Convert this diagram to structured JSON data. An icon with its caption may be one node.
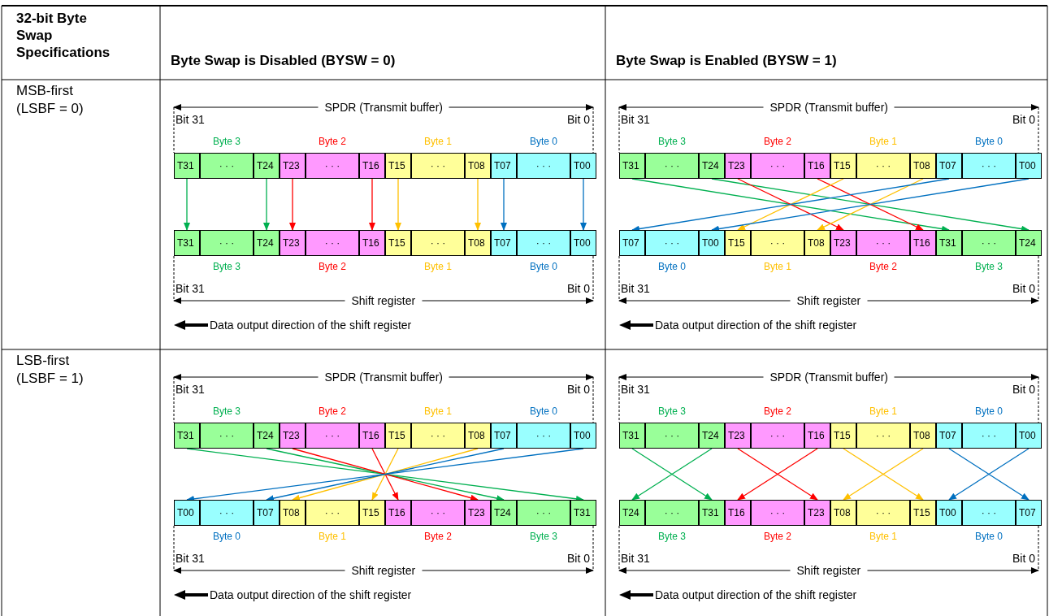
{
  "diagram": {
    "nodes": [
      {
        "text": [
          "T31"
        ]
      },
      {
        "text": [
          "· · ·"
        ]
      },
      {
        "text": [
          "T24"
        ]
      },
      {
        "text": [
          "T23"
        ]
      },
      {
        "text": [
          "· · ·"
        ]
      },
      {
        "text": [
          "T16"
        ]
      },
      {
        "text": [
          "T15"
        ]
      },
      {
        "text": [
          "· · ·"
        ]
      },
      {
        "text": [
          "T08"
        ]
      },
      {
        "text": [
          "T07"
        ]
      },
      {
        "text": [
          "· · ·"
        ]
      },
      {
        "text": [
          "T00"
        ]
      },
      {
        "text": [
          "T31"
        ]
      },
      {
        "text": [
          "· · ·"
        ]
      },
      {
        "text": [
          "T24"
        ]
      },
      {
        "text": [
          "T23"
        ]
      },
      {
        "text": [
          "· · ·"
        ]
      },
      {
        "text": [
          "T16"
        ]
      },
      {
        "text": [
          "T15"
        ]
      },
      {
        "text": [
          "· · ·"
        ]
      },
      {
        "text": [
          "T08"
        ]
      },
      {
        "text": [
          "T07"
        ]
      },
      {
        "text": [
          "· · ·"
        ]
      },
      {
        "text": [
          "T00"
        ]
      },
      {
        "text": [
          "T31"
        ]
      },
      {
        "text": [
          "· · ·"
        ]
      },
      {
        "text": [
          "T24"
        ]
      },
      {
        "text": [
          "T23"
        ]
      },
      {
        "text": [
          "· · ·"
        ]
      },
      {
        "text": [
          "T16"
        ]
      },
      {
        "text": [
          "T15"
        ]
      },
      {
        "text": [
          "· · ·"
        ]
      },
      {
        "text": [
          "T08"
        ]
      },
      {
        "text": [
          "T07"
        ]
      },
      {
        "text": [
          "· · ·"
        ]
      },
      {
        "text": [
          "T00"
        ]
      },
      {
        "text": [
          "T07"
        ]
      },
      {
        "text": [
          "· · ·"
        ]
      },
      {
        "text": [
          "T00"
        ]
      },
      {
        "text": [
          "T15"
        ]
      },
      {
        "text": [
          "· · ·"
        ]
      },
      {
        "text": [
          "T08"
        ]
      },
      {
        "text": [
          "T23"
        ]
      },
      {
        "text": [
          "· · ·"
        ]
      },
      {
        "text": [
          "T16"
        ]
      },
      {
        "text": [
          "T31"
        ]
      },
      {
        "text": [
          "· · ·"
        ]
      },
      {
        "text": [
          "T24"
        ]
      },
      {
        "text": [
          "T31"
        ]
      },
      {
        "text": [
          "· · ·"
        ]
      },
      {
        "text": [
          "T24"
        ]
      },
      {
        "text": [
          "T23"
        ]
      },
      {
        "text": [
          "· · ·"
        ]
      },
      {
        "text": [
          "T16"
        ]
      },
      {
        "text": [
          "T15"
        ]
      },
      {
        "text": [
          "· · ·"
        ]
      },
      {
        "text": [
          "T08"
        ]
      },
      {
        "text": [
          "T07"
        ]
      },
      {
        "text": [
          "· · ·"
        ]
      },
      {
        "text": [
          "T00"
        ]
      },
      {
        "text": [
          "T00"
        ]
      },
      {
        "text": [
          "· · ·"
        ]
      },
      {
        "text": [
          "T07"
        ]
      },
      {
        "text": [
          "T08"
        ]
      },
      {
        "text": [
          "· · ·"
        ]
      },
      {
        "text": [
          "T15"
        ]
      },
      {
        "text": [
          "T16"
        ]
      },
      {
        "text": [
          "· · ·"
        ]
      },
      {
        "text": [
          "T23"
        ]
      },
      {
        "text": [
          "T24"
        ]
      },
      {
        "text": [
          "· · ·"
        ]
      },
      {
        "text": [
          "T31"
        ]
      },
      {
        "text": [
          "T31"
        ]
      },
      {
        "text": [
          "· · ·"
        ]
      },
      {
        "text": [
          "T24"
        ]
      },
      {
        "text": [
          "T23"
        ]
      },
      {
        "text": [
          "· · ·"
        ]
      },
      {
        "text": [
          "T16"
        ]
      },
      {
        "text": [
          "T15"
        ]
      },
      {
        "text": [
          "· · ·"
        ]
      },
      {
        "text": [
          "T08"
        ]
      },
      {
        "text": [
          "T07"
        ]
      },
      {
        "text": [
          "· · ·"
        ]
      },
      {
        "text": [
          "T00"
        ]
      },
      {
        "text": [
          "T24"
        ]
      },
      {
        "text": [
          "· · ·"
        ]
      },
      {
        "text": [
          "T31"
        ]
      },
      {
        "text": [
          "T16"
        ]
      },
      {
        "text": [
          "· · ·"
        ]
      },
      {
        "text": [
          "T23"
        ]
      },
      {
        "text": [
          "T08"
        ]
      },
      {
        "text": [
          "· · ·"
        ]
      },
      {
        "text": [
          "T15"
        ]
      },
      {
        "text": [
          "T00"
        ]
      },
      {
        "text": [
          "· · ·"
        ]
      },
      {
        "text": [
          "T07"
        ]
      }
    ],
    "edges": [
      {
        "from": 0,
        "to": 12,
        "arrow": "to",
        "color": "#00b050"
      },
      {
        "from": 2,
        "to": 14,
        "arrow": "to",
        "color": "#00b050"
      },
      {
        "from": 3,
        "to": 15,
        "arrow": "to",
        "color": "#ff0000"
      },
      {
        "from": 5,
        "to": 17,
        "arrow": "to",
        "color": "#ff0000"
      },
      {
        "from": 6,
        "to": 18,
        "arrow": "to",
        "color": "#ffc000"
      },
      {
        "from": 8,
        "to": 20,
        "arrow": "to",
        "color": "#ffc000"
      },
      {
        "from": 9,
        "to": 21,
        "arrow": "to",
        "color": "#0070c0"
      },
      {
        "from": 11,
        "to": 23,
        "arrow": "to",
        "color": "#0070c0"
      },
      {
        "from": 24,
        "to": 45,
        "arrow": "to",
        "color": "#00b050"
      },
      {
        "from": 26,
        "to": 47,
        "arrow": "to",
        "color": "#00b050"
      },
      {
        "from": 27,
        "to": 42,
        "arrow": "to",
        "color": "#ff0000"
      },
      {
        "from": 29,
        "to": 44,
        "arrow": "to",
        "color": "#ff0000"
      },
      {
        "from": 30,
        "to": 39,
        "arrow": "to",
        "color": "#ffc000"
      },
      {
        "from": 32,
        "to": 41,
        "arrow": "to",
        "color": "#ffc000"
      },
      {
        "from": 33,
        "to": 36,
        "arrow": "to",
        "color": "#0070c0"
      },
      {
        "from": 35,
        "to": 38,
        "arrow": "to",
        "color": "#0070c0"
      },
      {
        "from": 48,
        "to": 71,
        "arrow": "to",
        "color": "#00b050"
      },
      {
        "from": 50,
        "to": 69,
        "arrow": "to",
        "color": "#00b050"
      },
      {
        "from": 51,
        "to": 68,
        "arrow": "to",
        "color": "#ff0000"
      },
      {
        "from": 53,
        "to": 66,
        "arrow": "to",
        "color": "#ff0000"
      },
      {
        "from": 54,
        "to": 65,
        "arrow": "to",
        "color": "#ffc000"
      },
      {
        "from": 56,
        "to": 63,
        "arrow": "to",
        "color": "#ffc000"
      },
      {
        "from": 57,
        "to": 62,
        "arrow": "to",
        "color": "#0070c0"
      },
      {
        "from": 59,
        "to": 60,
        "arrow": "to",
        "color": "#0070c0"
      },
      {
        "from": 72,
        "to": 86,
        "arrow": "to",
        "color": "#00b050"
      },
      {
        "from": 74,
        "to": 84,
        "arrow": "to",
        "color": "#00b050"
      },
      {
        "from": 75,
        "to": 89,
        "arrow": "to",
        "color": "#ff0000"
      },
      {
        "from": 77,
        "to": 87,
        "arrow": "to",
        "color": "#ff0000"
      },
      {
        "from": 78,
        "to": 92,
        "arrow": "to",
        "color": "#ffc000"
      },
      {
        "from": 80,
        "to": 90,
        "arrow": "to",
        "color": "#ffc000"
      },
      {
        "from": 81,
        "to": 95,
        "arrow": "to",
        "color": "#0070c0"
      },
      {
        "from": 83,
        "to": 93,
        "arrow": "to",
        "color": "#0070c0"
      }
    ],
    "labels": [
      "32-bit Byte Swap Specifications",
      "Byte Swap is Disabled (BYSW = 0)",
      "Byte Swap is Enabled (BYSW = 1)",
      "MSB-first (LSBF = 0)",
      "SPDR (Transmit buffer)",
      "Bit 31",
      "Bit 0",
      "Byte 3",
      "Byte 2",
      "Byte 1",
      "Byte 0",
      "Byte 3",
      "Byte 2",
      "Byte 1",
      "Byte 0",
      "Bit 31",
      "Bit 0",
      "Shift register",
      "Data output direction of the shift register",
      "SPDR (Transmit buffer)",
      "Bit 31",
      "Bit 0",
      "Byte 3",
      "Byte 2",
      "Byte 1",
      "Byte 0",
      "Byte 0",
      "Byte 1",
      "Byte 2",
      "Byte 3",
      "Bit 31",
      "Bit 0",
      "Shift register",
      "Data output direction of the shift register",
      "LSB-first (LSBF = 1)",
      "SPDR (Transmit buffer)",
      "Bit 31",
      "Bit 0",
      "Byte 3",
      "Byte 2",
      "Byte 1",
      "Byte 0",
      "Byte 0",
      "Byte 1",
      "Byte 2",
      "Byte 3",
      "Bit 31",
      "Bit 0",
      "Shift register",
      "Data output direction of the shift register",
      "SPDR (Transmit buffer)",
      "Bit 31",
      "Bit 0",
      "Byte 3",
      "Byte 2",
      "Byte 1",
      "Byte 0",
      "Byte 3",
      "Byte 2",
      "Byte 1",
      "Byte 0",
      "Bit 31",
      "Bit 0",
      "Shift register",
      "Data output direction of the shift register"
    ]
  }
}
